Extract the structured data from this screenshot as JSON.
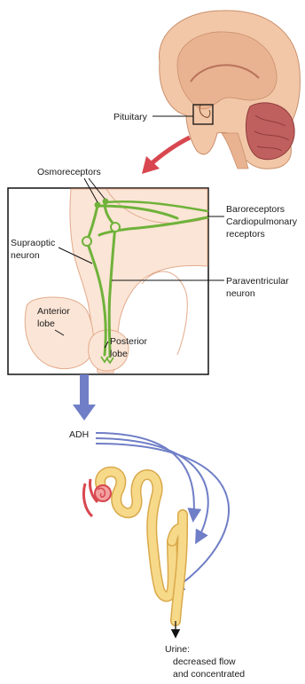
{
  "labels": {
    "pituitary": "Pituitary",
    "osmoreceptors": "Osmoreceptors",
    "baroreceptors_1": "Baroreceptors",
    "baroreceptors_2": "Cardiopulmonary",
    "baroreceptors_3": "receptors",
    "supraoptic_1": "Supraoptic",
    "supraoptic_2": "neuron",
    "paraventricular_1": "Paraventricular",
    "paraventricular_2": "neuron",
    "anterior_1": "Anterior",
    "anterior_2": "lobe",
    "posterior_1": "Posterior",
    "posterior_2": "lobe",
    "adh": "ADH",
    "urine_1": "Urine:",
    "urine_2": "decreased flow",
    "urine_3": "and concentrated"
  },
  "colors": {
    "brain_outer": "#f2c7a8",
    "brain_inner": "#e9b391",
    "cerebellum": "#c0605e",
    "neuron": "#6fb23a",
    "arrow_red": "#d8474f",
    "arrow_blue": "#6f7ec6",
    "nephron": "#f7d98a",
    "nephron_edge": "#d9a94a",
    "glomerulus": "#d8474f"
  }
}
